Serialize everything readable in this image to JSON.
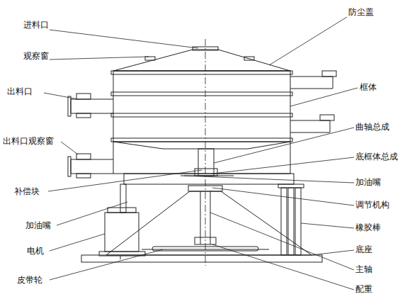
{
  "diagram": {
    "labels": [
      "进料口",
      "观察窗",
      "出料口",
      "出料口观察窗",
      "补偿块",
      "加油嘴",
      "电机",
      "皮带轮",
      "防尘盖",
      "框体",
      "曲轴总成",
      "底框体总成",
      "加油嘴",
      "调节机构",
      "橡胶棒",
      "底座",
      "主轴",
      "配重"
    ]
  }
}
